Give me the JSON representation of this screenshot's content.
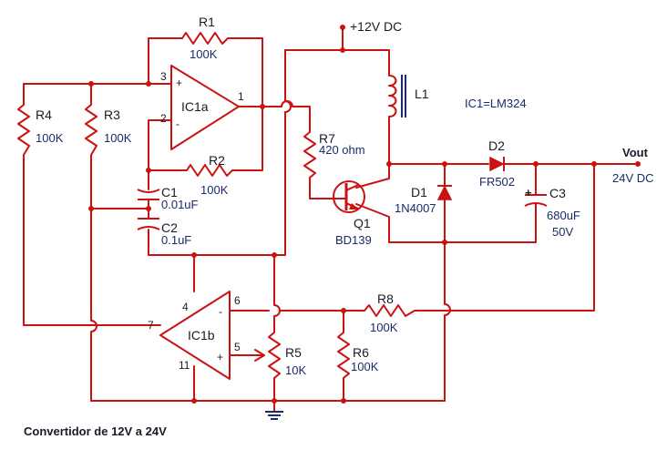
{
  "supply_label": "+12V DC",
  "output": {
    "name": "Vout",
    "value": "24V DC"
  },
  "ic_note": "IC1=LM324",
  "caption": "Convertidor de 12V a 24V",
  "opamps": {
    "ic1a": {
      "name": "IC1a",
      "pin_plus": "3",
      "pin_minus": "2",
      "pin_out": "1",
      "sign_plus": "+",
      "sign_minus": "-"
    },
    "ic1b": {
      "name": "IC1b",
      "pin_minus": "6",
      "pin_plus": "5",
      "pin_out": "7",
      "pin_vcc": "4",
      "pin_gnd": "11",
      "sign_plus": "+",
      "sign_minus": "-"
    }
  },
  "resistors": {
    "r1": {
      "name": "R1",
      "value": "100K"
    },
    "r2": {
      "name": "R2",
      "value": "100K"
    },
    "r3": {
      "name": "R3",
      "value": "100K"
    },
    "r4": {
      "name": "R4",
      "value": "100K"
    },
    "r5": {
      "name": "R5",
      "value": "10K"
    },
    "r6": {
      "name": "R6",
      "value": "100K"
    },
    "r7": {
      "name": "R7",
      "value": "420 ohm"
    },
    "r8": {
      "name": "R8",
      "value": "100K"
    }
  },
  "capacitors": {
    "c1": {
      "name": "C1",
      "value": "0.01uF"
    },
    "c2": {
      "name": "C2",
      "value": "0.1uF"
    },
    "c3": {
      "name": "C3",
      "value": "680uF",
      "voltage": "50V",
      "polarity": "+"
    }
  },
  "inductor": {
    "name": "L1"
  },
  "diodes": {
    "d1": {
      "name": "D1",
      "part": "1N4007"
    },
    "d2": {
      "name": "D2",
      "part": "FR502"
    }
  },
  "transistor": {
    "name": "Q1",
    "part": "BD139"
  },
  "colors": {
    "wire": "#cc1111",
    "text": "#1a1a2a",
    "value_text": "#1a2a6a",
    "inductor_core": "#1a2a6a"
  }
}
